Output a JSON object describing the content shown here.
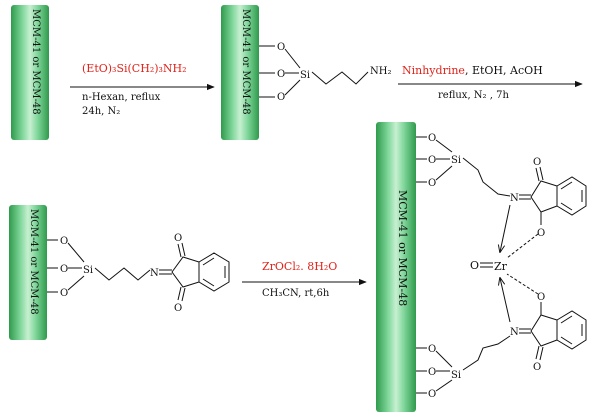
{
  "supports": {
    "label": "MCM-41 or MCM-48"
  },
  "step1": {
    "reagent": "(EtO)₃Si(CH₂)₃NH₂",
    "solvent": "n-Hexan, reflux",
    "conditions": "24h, N₂"
  },
  "step2": {
    "reagent": "Ninhydrine",
    "solvent": ", EtOH, AcOH",
    "conditions": "reflux, N₂ , 7h"
  },
  "step3": {
    "reagent": "ZrOCl₂. 8H₂O",
    "conditions": "CH₃CN, rt,6h"
  },
  "atoms": {
    "o": "O",
    "si": "Si",
    "n": "N",
    "nh2": "NH₂",
    "zr": "Zr",
    "zr_oxo": "O"
  },
  "colors": {
    "support_dark": "#2f9a4c",
    "support_light": "#c8f0d2",
    "accent_red": "#e0231b"
  }
}
